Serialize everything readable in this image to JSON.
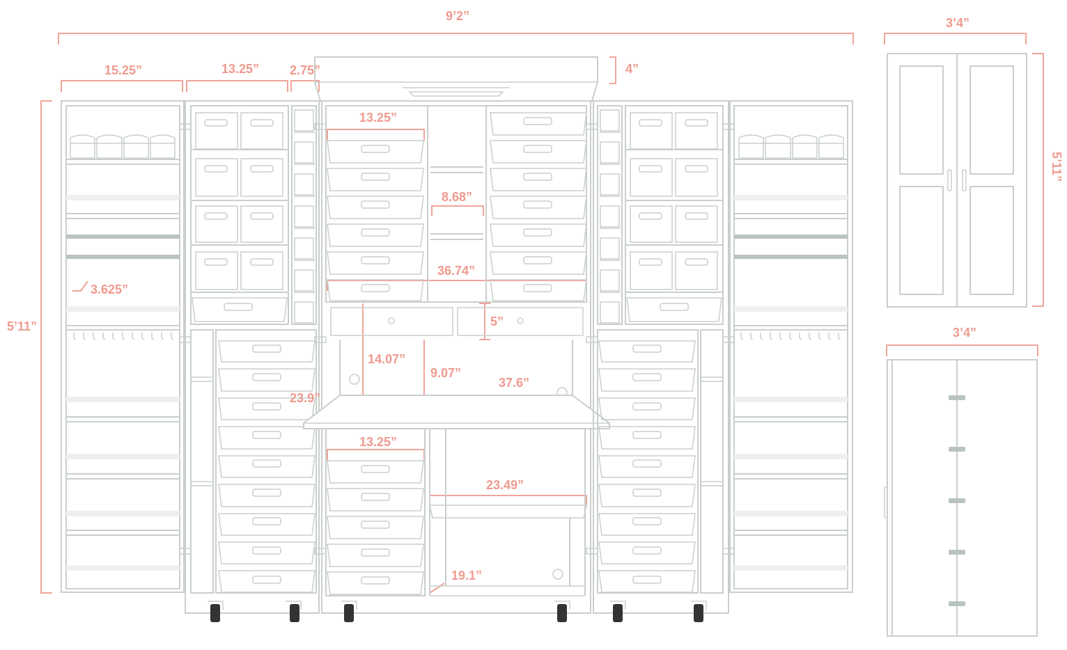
{
  "colors": {
    "line": "#c9cfcb",
    "dimension": "#ef9a8f",
    "wheel": "#333333",
    "accent_bar": "#b9c3bf"
  },
  "dimensions": {
    "overall_width": "9’2”",
    "left_door_width": "15.25”",
    "left_wing_width": "13.25”",
    "narrow_column_width": "2.75”",
    "top_height": "4”",
    "upper_drawer_width": "13.25”",
    "center_compartment_width": "8.68”",
    "inner_width": "36.74”",
    "shelf_depth": "3.625”",
    "overall_height": "5’11”",
    "small_drawer_height": "5”",
    "work_gap_left": "14.07”",
    "work_gap_center": "9.07”",
    "table_width": "37.6”",
    "table_depth": "23.9”",
    "lower_drawer_width": "13.25”",
    "lower_shelf_width": "23.49”",
    "lower_depth": "19.1”",
    "closed_width": "3’4”",
    "closed_height": "5’11”",
    "side_depth": "3’4”"
  }
}
